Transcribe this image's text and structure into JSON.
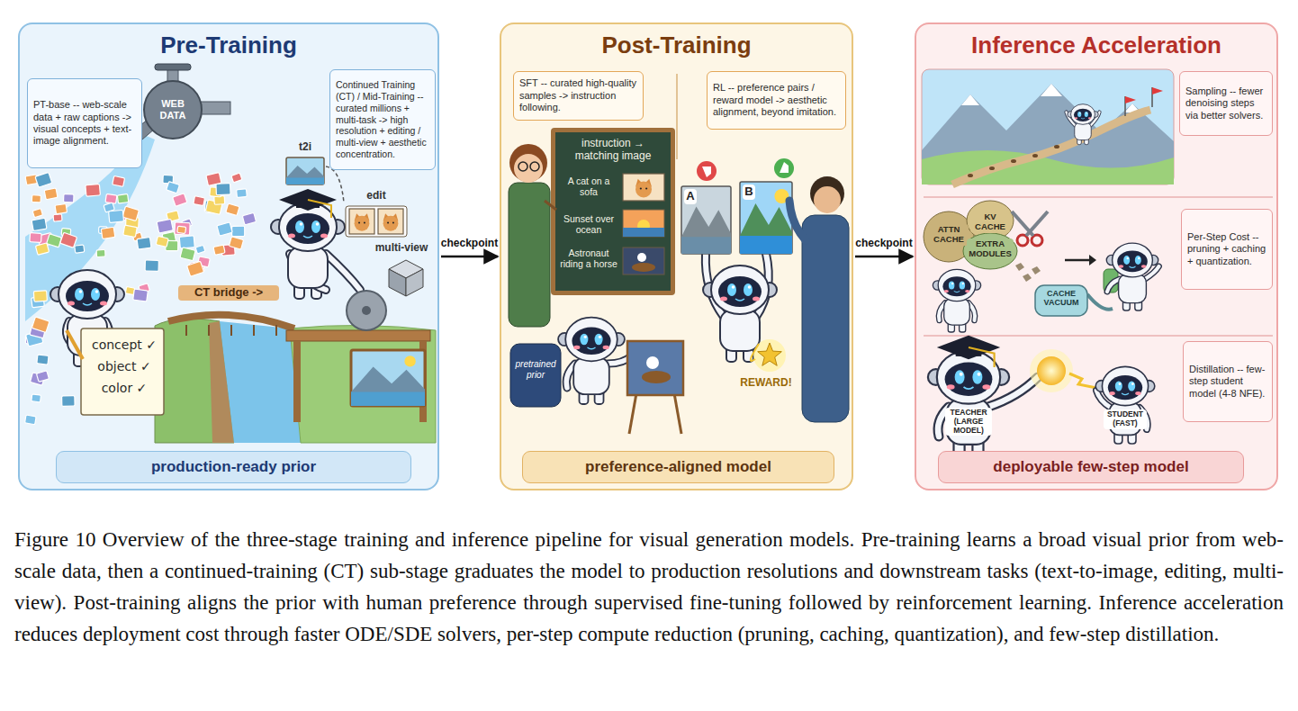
{
  "diagram": {
    "caption": "Figure 10 Overview of the three-stage training and inference pipeline for visual generation models. Pre-training learns a broad visual prior from web-scale data, then a continued-training (CT) sub-stage graduates the model to production resolutions and downstream tasks (text-to-image, editing, multi-view). Post-training aligns the prior with human preference through supervised fine-tuning followed by reinforcement learning. Inference acceleration reduces deployment cost through faster ODE/SDE solvers, per-step compute reduction (pruning, caching, quantization), and few-step distillation.",
    "nodes": [
      {
        "text": [
          "Pre-Training"
        ]
      },
      {
        "text": [
          "PT-base -- web-scale data + raw captions -> visual concepts + text-image alignment."
        ],
        "in": 0
      },
      {
        "text": [
          "Continued Training (CT) / Mid-Training -- curated millions + multi-task -> high resolution + editing / multi-view + aesthetic concentration."
        ],
        "in": 0
      },
      {
        "text": [
          "production-ready prior"
        ],
        "in": 0
      },
      {
        "text": [
          "Post-Training"
        ]
      },
      {
        "text": [
          "SFT -- curated high-quality samples -> instruction following."
        ],
        "in": 4
      },
      {
        "text": [
          "RL -- preference pairs / reward model -> aesthetic alignment, beyond imitation."
        ],
        "in": 4
      },
      {
        "text": [
          "preference-aligned model"
        ],
        "in": 4
      },
      {
        "text": [
          "Inference Acceleration"
        ]
      },
      {
        "text": [
          "Sampling -- fewer denoising steps via better solvers."
        ],
        "in": 8
      },
      {
        "text": [
          "Per-Step Cost -- pruning + caching + quantization."
        ],
        "in": 8
      },
      {
        "text": [
          "Distillation -- few-step student model (4-8 NFE)."
        ],
        "in": 8
      },
      {
        "text": [
          "deployable few-step model"
        ],
        "in": 8
      }
    ],
    "edges": [
      {
        "from": 0,
        "to": 4,
        "label": "checkpoint",
        "arrow": "to"
      },
      {
        "from": 4,
        "to": 8,
        "label": "checkpoint",
        "arrow": "to"
      }
    ],
    "labels": [
      "WEB DATA",
      "t2i",
      "edit",
      "multi-view",
      "CT bridge ->",
      "concept ✓",
      "object ✓",
      "color ✓",
      "instruction → matching image",
      "A cat on a sofa",
      "Sunset over ocean",
      "Astronaut riding a horse",
      "pretrained prior",
      "A",
      "B",
      "REWARD!",
      "ATTN CACHE",
      "KV CACHE",
      "EXTRA MODULES",
      "CACHE VACUUM",
      "TEACHER (LARGE MODEL)",
      "STUDENT (FAST)"
    ]
  }
}
